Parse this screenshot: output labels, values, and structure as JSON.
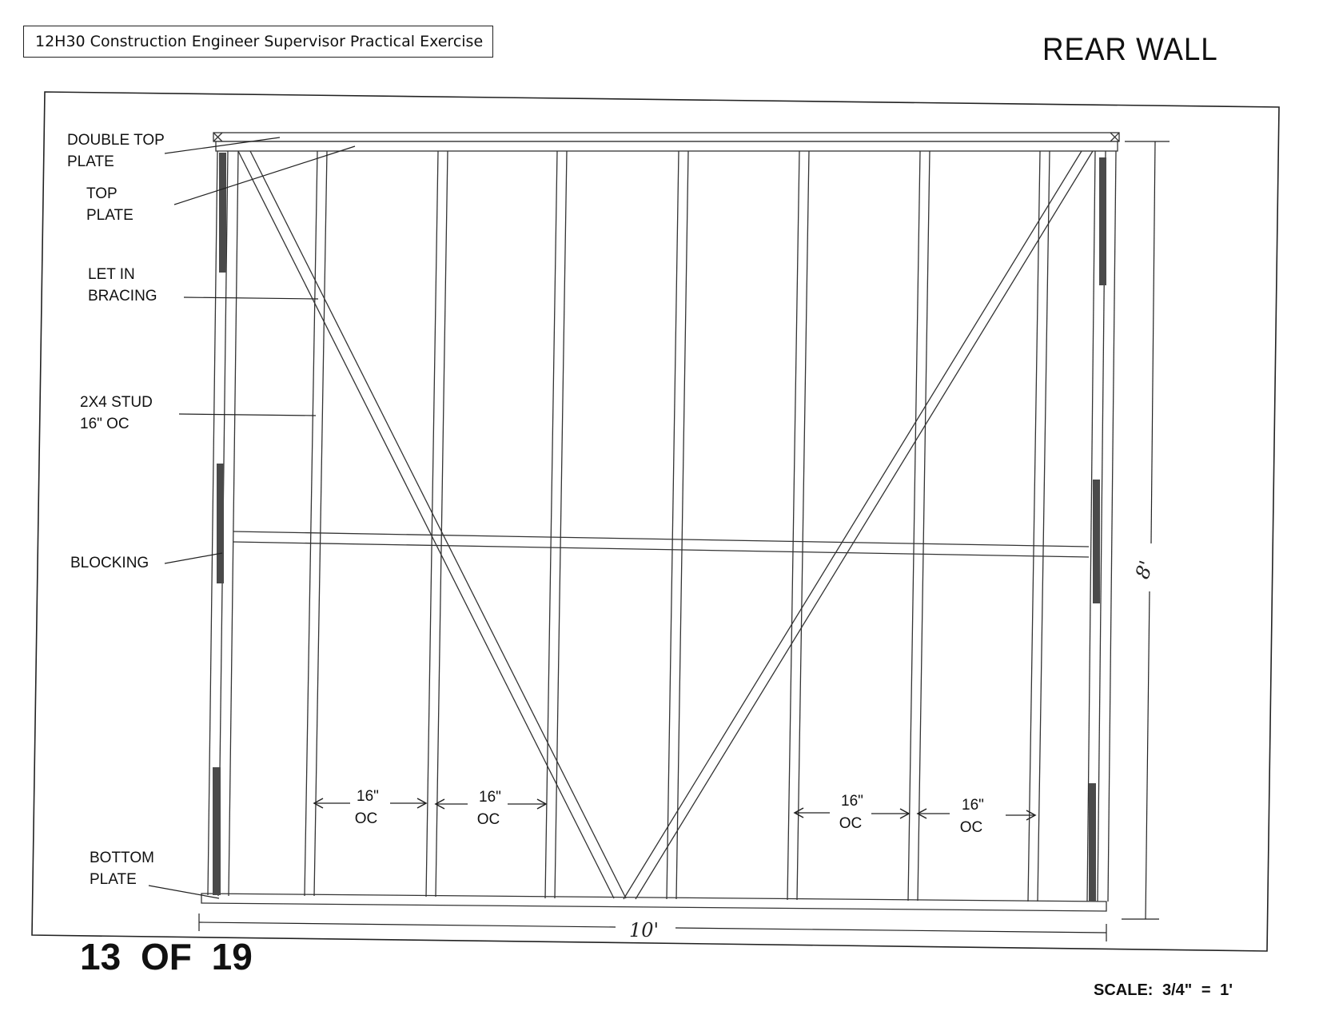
{
  "header": {
    "course_title": "12H30 Construction Engineer Supervisor Practical Exercise"
  },
  "sheet": {
    "title": "REAR WALL",
    "page": "13 OF 19",
    "scale": "SCALE:  3/4\" = 1'"
  },
  "labels": {
    "double_top_plate": [
      "DOUBLE TOP",
      "PLATE"
    ],
    "top_plate": [
      "TOP",
      "PLATE"
    ],
    "let_in_bracing": [
      "LET IN",
      "BRACING"
    ],
    "stud": [
      "2X4 STUD",
      "16\"  OC"
    ],
    "blocking": [
      "BLOCKING"
    ],
    "bottom_plate": [
      "BOTTOM",
      "PLATE"
    ]
  },
  "spacing": [
    {
      "value": "16\"",
      "unit": "OC"
    },
    {
      "value": "16\"",
      "unit": "OC"
    },
    {
      "value": "16\"",
      "unit": "OC"
    },
    {
      "value": "16\"",
      "unit": "OC"
    }
  ],
  "dimensions": {
    "width": "10'",
    "height": "8'"
  },
  "colors": {
    "line": "#333333",
    "block_fill": "#4a4a4a"
  }
}
